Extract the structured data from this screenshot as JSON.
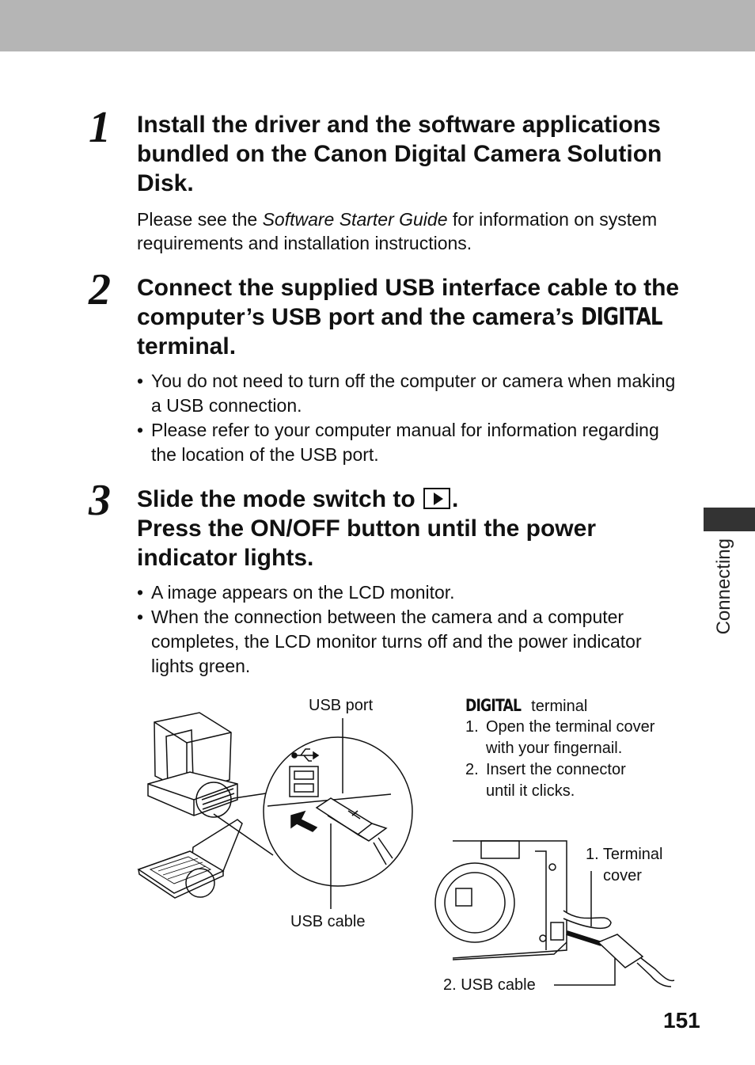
{
  "page": {
    "number": "151",
    "section_tab": "Connecting"
  },
  "steps": [
    {
      "number": "1",
      "heading": "Install the driver and the software applications bundled on the Canon Digital Camera Solution Disk.",
      "body_prefix": "Please see the ",
      "body_emphasis": "Software Starter Guide",
      "body_suffix": " for information on system requirements and installation instructions."
    },
    {
      "number": "2",
      "heading_prefix": "Connect the supplied USB interface cable to the computer’s USB port and the camera’s ",
      "heading_icon": "DIGITAL",
      "heading_suffix": " terminal.",
      "bullets": [
        "You do not need to turn off the computer or camera when making a USB connection.",
        "Please refer to your computer manual for information regarding the location of the USB port."
      ]
    },
    {
      "number": "3",
      "heading_line1_prefix": "Slide the mode switch to ",
      "heading_line1_icon": "playback-icon",
      "heading_line1_suffix": ".",
      "heading_line2": "Press the ON/OFF button until the power indicator lights.",
      "bullets": [
        "A image appears on the LCD monitor.",
        "When the connection between the camera and a computer completes, the LCD monitor turns off and the power indicator lights green."
      ]
    }
  ],
  "figure": {
    "usb_port_label": "USB port",
    "usb_cable_label": "USB cable",
    "terminal_icon": "DIGITAL",
    "terminal_label": " terminal",
    "terminal_steps": [
      {
        "n": "1.",
        "text": "Open the terminal cover"
      },
      {
        "n": "",
        "text": "with your fingernail."
      },
      {
        "n": "2.",
        "text": "Insert the connector"
      },
      {
        "n": "",
        "text": "until it clicks."
      }
    ],
    "callout_terminal_cover_1": "1. Terminal",
    "callout_terminal_cover_2": "cover",
    "callout_usb_cable": "2. USB cable"
  }
}
